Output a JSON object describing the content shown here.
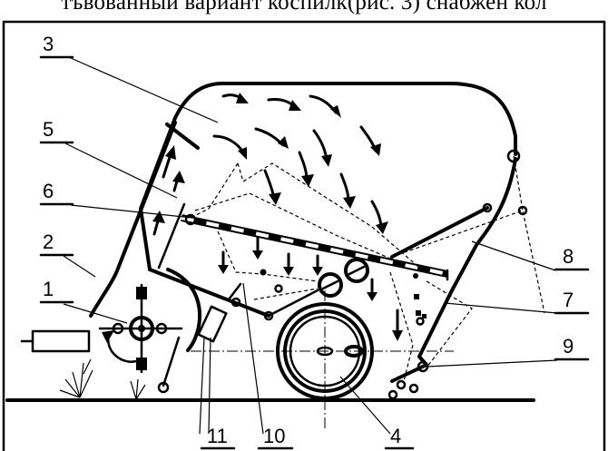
{
  "caption": "тъвованный вариант коспилк(рис. 3) снабжен кол",
  "labels": [
    "1",
    "2",
    "3",
    "4",
    "5",
    "6",
    "7",
    "8",
    "9",
    "10",
    "11"
  ]
}
